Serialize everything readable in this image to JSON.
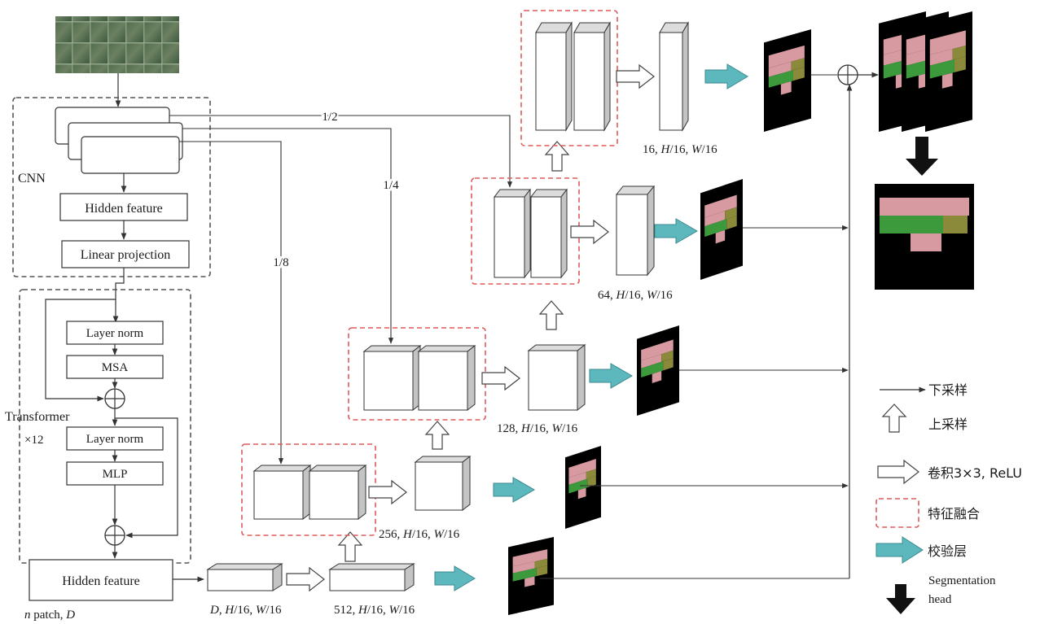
{
  "colors": {
    "fusion_border": "#e05a5a",
    "verify_arrow": "#5cb8bd",
    "seg_green": "#3c9a3c",
    "seg_pink": "#d79aa0",
    "seg_olive": "#8a8a3a",
    "frame_border": "#555555"
  },
  "encoder": {
    "cnn_label": "CNN",
    "hidden_feature": "Hidden feature",
    "linear_projection": "Linear projection",
    "transformer_label": "Transformer",
    "transformer_repeat": "×12",
    "layer_norm_1": "Layer norm",
    "msa": "MSA",
    "layer_norm_2": "Layer norm",
    "mlp": "MLP",
    "hidden_feature_out": "Hidden feature",
    "hidden_dims": [
      "n",
      " patch, ",
      "D"
    ]
  },
  "skips": {
    "half": "1/2",
    "quarter": "1/4",
    "eighth": "1/8"
  },
  "dims": {
    "d0": [
      "D",
      ", ",
      "H",
      "/16, ",
      "W",
      "/16"
    ],
    "d512": [
      "512, ",
      "H",
      "/16, ",
      "W",
      "/16"
    ],
    "d256": [
      "256, ",
      "H",
      "/16, ",
      "W",
      "/16"
    ],
    "d128": [
      "128, ",
      "H",
      "/16, ",
      "W",
      "/16"
    ],
    "d64": [
      "64, ",
      "H",
      "/16, ",
      "W",
      "/16"
    ],
    "d16": [
      "16, ",
      "H",
      "/16, ",
      "W",
      "/16"
    ]
  },
  "legend": {
    "downsample": "下采样",
    "upsample": "上采样",
    "conv": "卷积3×3, ReLU",
    "fusion": "特征融合",
    "verify": "校验层",
    "seg_head_1": "Segmentation",
    "seg_head_2": "head"
  },
  "icons": {
    "sum": "circle-plus-icon",
    "up": "hollow-up-arrow-icon",
    "conv": "hollow-right-arrow-icon",
    "verify": "teal-right-arrow-icon",
    "seg": "black-down-arrow-icon"
  }
}
